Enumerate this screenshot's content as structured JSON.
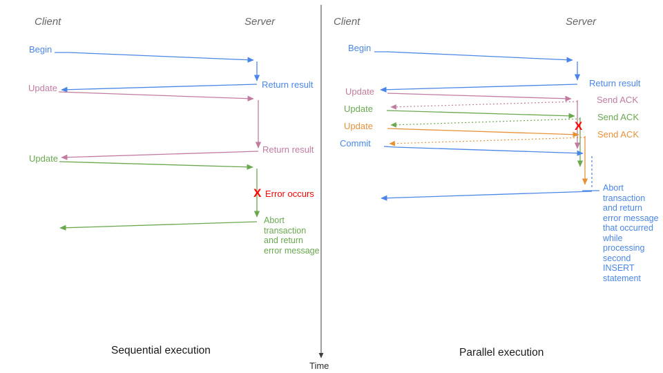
{
  "colors": {
    "blue": "#4a86e8",
    "pink": "#c27ba0",
    "green": "#6aa84f",
    "orange": "#e69138",
    "red": "#ff0000",
    "header_gray": "#666666",
    "axis": "#3c3c3c"
  },
  "left": {
    "client_header": "Client",
    "server_header": "Server",
    "begin_label": "Begin",
    "return_result_1": "Return result",
    "update_1": "Update",
    "return_result_2": "Return result",
    "update_2": "Update",
    "error_mark": "X",
    "error_label": "Error occurs",
    "abort_message": "Abort\ntransaction\nand return\nerror message",
    "caption": "Sequential execution"
  },
  "right": {
    "client_header": "Client",
    "server_header": "Server",
    "begin_label": "Begin",
    "return_result": "Return result",
    "update_1": "Update",
    "send_ack_1": "Send ACK",
    "update_2": "Update",
    "send_ack_2": "Send ACK",
    "update_3": "Update",
    "send_ack_3": "Send ACK",
    "commit_label": "Commit",
    "error_mark": "X",
    "abort_message": "Abort\ntransaction\nand return\nerror message\nthat occurred\nwhile\nprocessing\nsecond\nINSERT\nstatement",
    "caption": "Parallel execution"
  },
  "time_axis": {
    "label": "Time"
  }
}
